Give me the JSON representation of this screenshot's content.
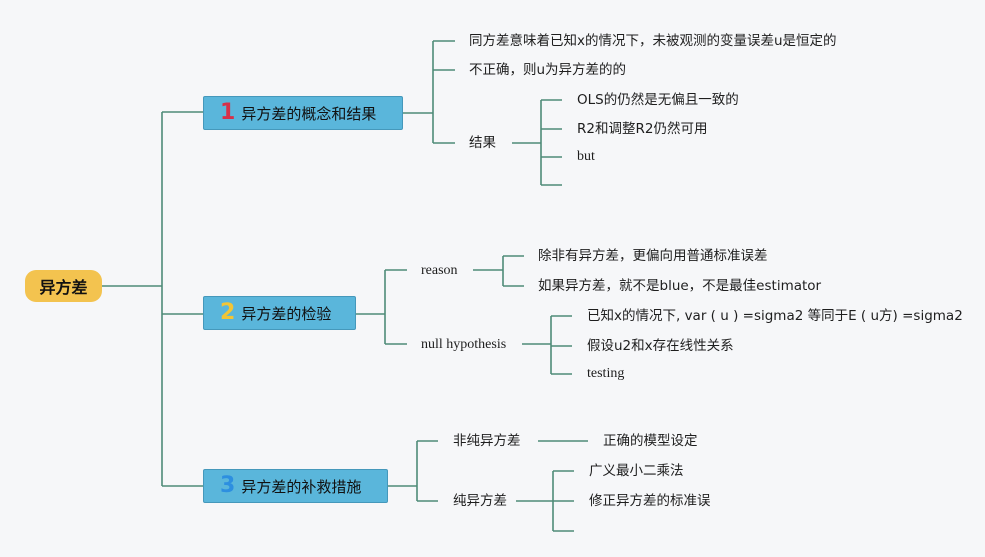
{
  "root": {
    "label": "异方差"
  },
  "topics": [
    {
      "number": "1",
      "label": "异方差的概念和结果",
      "children": [
        "同方差意味着已知x的情况下，未被观测的变量误差u是恒定的",
        "不正确，则u为异方差的的",
        "结果"
      ],
      "result_children": [
        "OLS的仍然是无偏且一致的",
        "R2和调整R2仍然可用",
        "but",
        ""
      ]
    },
    {
      "number": "2",
      "label": "异方差的检验",
      "reason": {
        "label": "reason",
        "children": [
          "除非有异方差，更偏向用普通标准误差",
          "如果异方差，就不是blue，不是最佳estimator"
        ]
      },
      "null_hypothesis": {
        "label": "null hypothesis",
        "children": [
          "已知x的情况下, var ( u ) =sigma2 等同于E ( u方) =sigma2",
          "假设u2和x存在线性关系",
          "testing"
        ]
      }
    },
    {
      "number": "3",
      "label": "异方差的补救措施",
      "impure": {
        "label": "非纯异方差",
        "child": "正确的模型设定"
      },
      "pure": {
        "label": "纯异方差",
        "children": [
          "广义最小二乘法",
          "修正异方差的标准误",
          ""
        ]
      }
    }
  ],
  "colors": {
    "line": "#4e8b78",
    "root": "#f3c34f",
    "topic": "#5ab6db",
    "num1": "#d6314a",
    "num2": "#f2c536",
    "num3": "#2d8fe0"
  }
}
